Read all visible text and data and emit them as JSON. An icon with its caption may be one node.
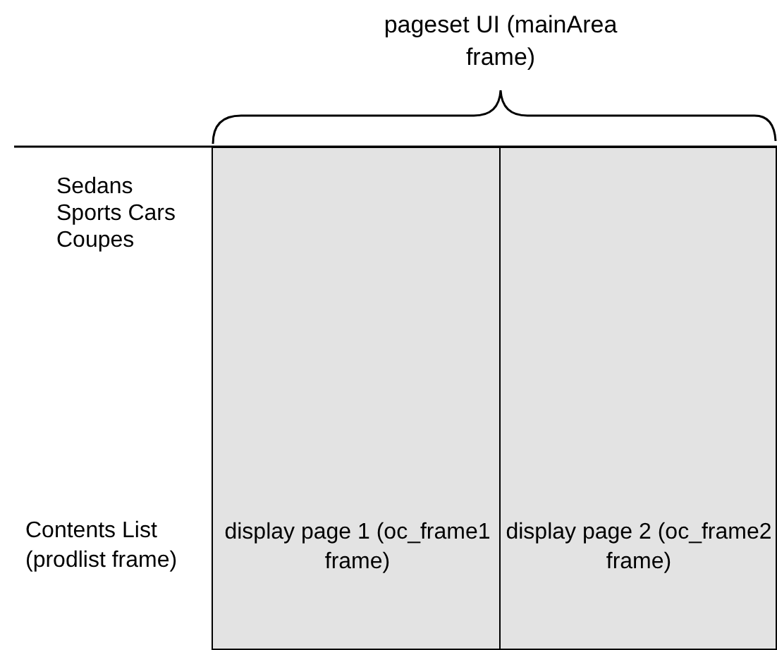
{
  "diagram": {
    "nodes": [
      {
        "text": [
          "Sedans",
          "Sports Cars",
          "Coupes",
          "Contents List (prodlist frame)"
        ]
      },
      {
        "text": [
          "display page 1 (oc_frame1 frame)"
        ]
      },
      {
        "text": [
          "display page 2 (oc_frame2 frame)"
        ]
      }
    ],
    "edges": [],
    "labels": [
      "pageset UI (mainArea frame)"
    ]
  }
}
